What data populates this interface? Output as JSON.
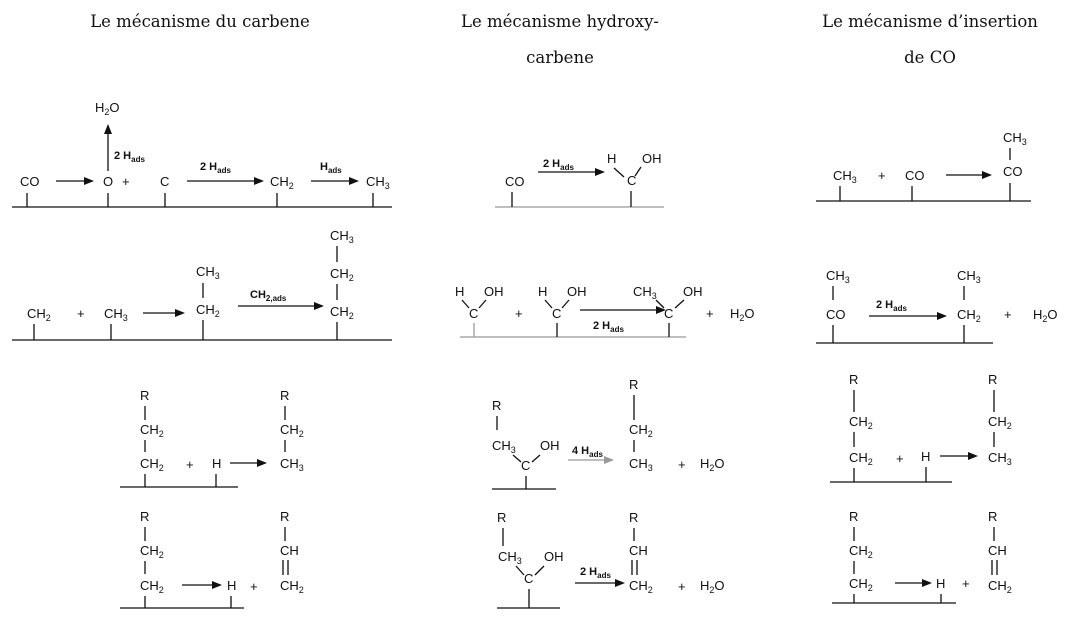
{
  "headers": {
    "carbene": "Le mécanisme du carbene",
    "hydroxy_line1": "Le mécanisme hydroxy-",
    "hydroxy_line2": "carbene",
    "co_line1": "Le mécanisme d’insertion",
    "co_line2": "de CO"
  },
  "species": {
    "CO": "CO",
    "O": "O",
    "C": "C",
    "H": "H",
    "OH": "OH",
    "R": "R",
    "CH": "CH",
    "CH2": [
      "CH",
      "2"
    ],
    "CH3": [
      "CH",
      "3"
    ],
    "H2O": [
      "H",
      "2",
      "O"
    ],
    "plus": "+"
  },
  "labels": {
    "h2_ads": [
      "2 H",
      "ads"
    ],
    "h1_ads": [
      "H",
      "ads"
    ],
    "h4_ads": [
      "4 H",
      "ads"
    ],
    "ch2_ads": [
      "CH",
      "2,ads"
    ]
  }
}
